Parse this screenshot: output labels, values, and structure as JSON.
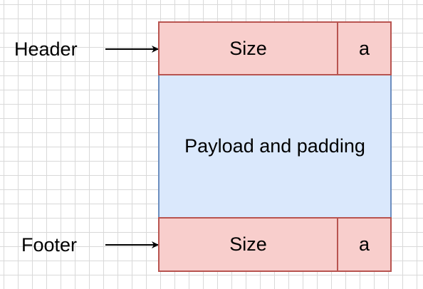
{
  "header": {
    "label": "Header",
    "size_field": "Size",
    "alloc_field": "a"
  },
  "payload": {
    "label": "Payload and padding"
  },
  "footer": {
    "label": "Footer",
    "size_field": "Size",
    "alloc_field": "a"
  },
  "colors": {
    "field_fill": "#f8cecc",
    "field_stroke": "#b85450",
    "payload_fill": "#dae8fc",
    "payload_stroke": "#6c8ebf",
    "grid": "#d9d9d9"
  }
}
